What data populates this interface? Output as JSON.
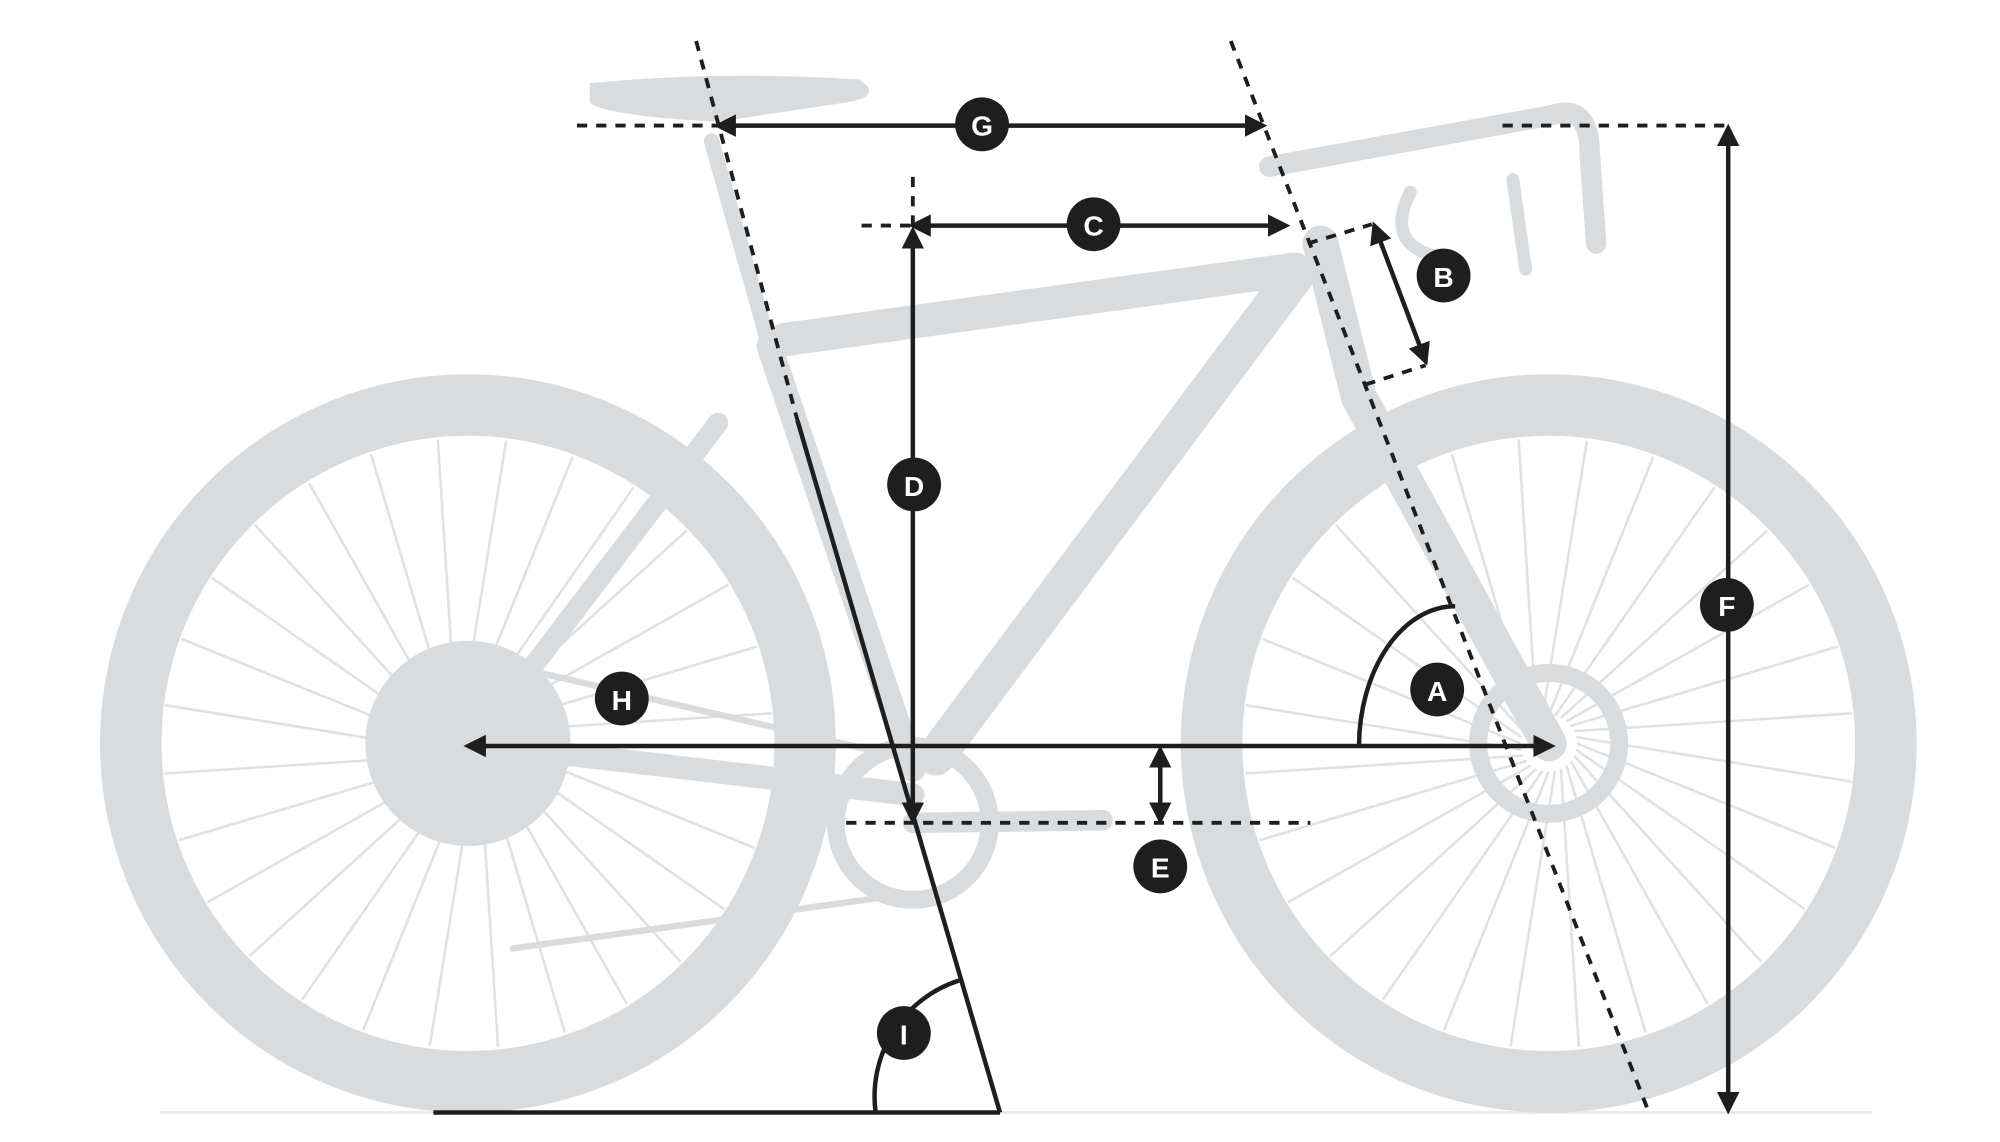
{
  "diagram": {
    "title": "Bicycle geometry diagram",
    "labels": {
      "A": "A",
      "B": "B",
      "C": "C",
      "D": "D",
      "E": "E",
      "F": "F",
      "G": "G",
      "H": "H",
      "I": "I"
    },
    "colors": {
      "silhouette": "#d9dcde",
      "lines": "#1e1e1e",
      "badge_text": "#ffffff"
    }
  }
}
